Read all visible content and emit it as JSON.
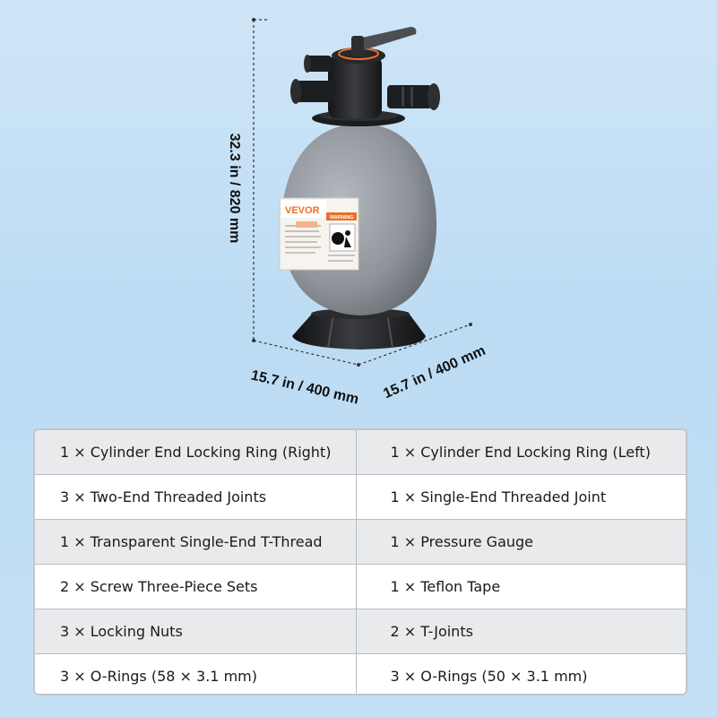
{
  "dimensions": {
    "height": "32.3 in / 820 mm",
    "depth": "15.7 in / 400 mm",
    "width": "15.7 in / 400 mm"
  },
  "label": {
    "brand": "VEVOR",
    "warning": "WARNING"
  },
  "colors": {
    "background": "#c4e0f5",
    "tank": "#8e949a",
    "base": "#1e1f21",
    "brand_orange": "#e8702a"
  },
  "parts": [
    {
      "left": "1 × Cylinder End Locking Ring (Right)",
      "right": "1 × Cylinder End Locking Ring (Left)"
    },
    {
      "left": "3 × Two-End Threaded Joints",
      "right": "1 × Single-End Threaded Joint"
    },
    {
      "left": "1 × Transparent Single-End T-Thread",
      "right": "1 × Pressure Gauge"
    },
    {
      "left": "2 × Screw Three-Piece Sets",
      "right": "1 × Teflon Tape"
    },
    {
      "left": "3 × Locking Nuts",
      "right": "2 × T-Joints"
    },
    {
      "left": "3 × O-Rings (58 × 3.1 mm)",
      "right": "3 × O-Rings (50 × 3.1 mm)"
    }
  ]
}
